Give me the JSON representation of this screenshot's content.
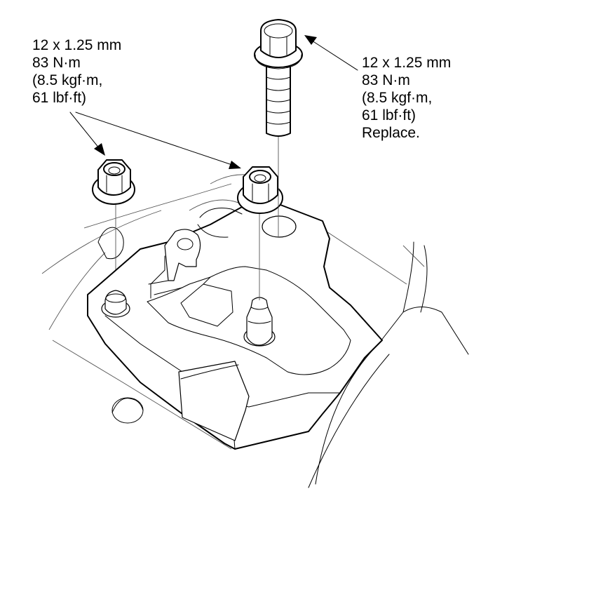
{
  "labels": {
    "nuts": {
      "line1": "12 x 1.25 mm",
      "line2": "83 N·m",
      "line3": "(8.5 kgf·m,",
      "line4": "61 lbf·ft)"
    },
    "bolt": {
      "line1": "12 x 1.25 mm",
      "line2": "83 N·m",
      "line3": "(8.5 kgf·m,",
      "line4": "61 lbf·ft)",
      "line5": "Replace."
    }
  }
}
